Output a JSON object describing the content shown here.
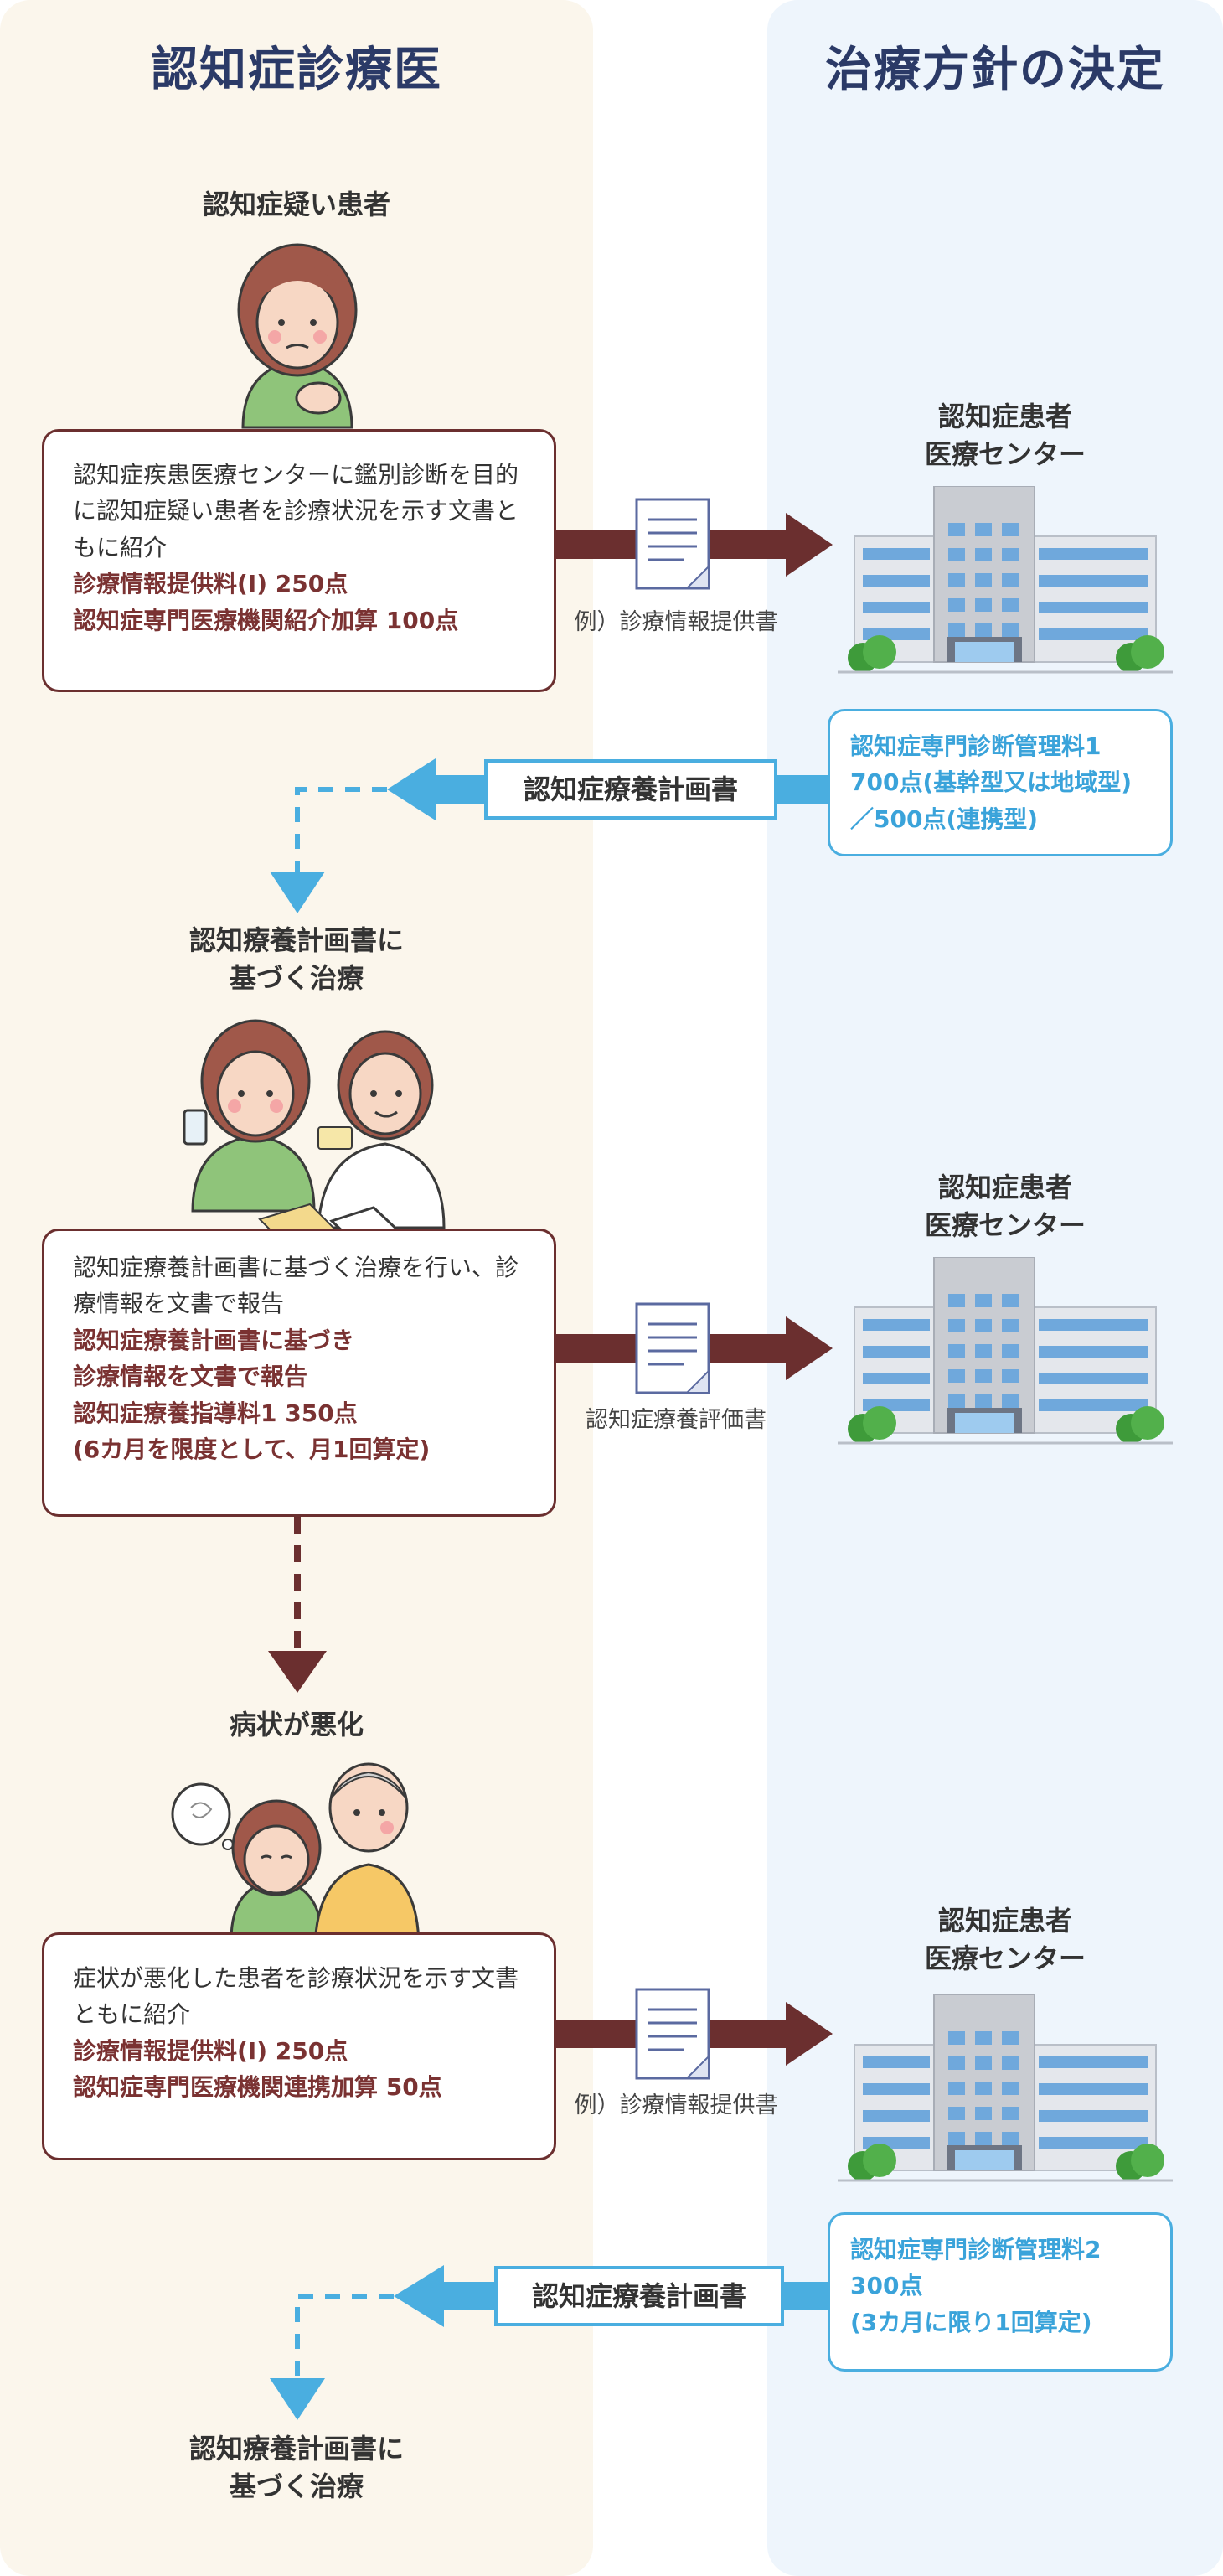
{
  "columns": {
    "left_title": "認知症診療医",
    "right_title": "治療方針の決定"
  },
  "stage1": {
    "label": "認知症疑い患者",
    "desc": "認知症疾患医療センターに鑑別診断を目的に認知症疑い患者を診療状況を示す文書ともに紹介",
    "points": [
      "診療情報提供料(Ⅰ) 250点",
      "認知症専門医療機関紹介加算 100点"
    ],
    "doc_label": "例）診療情報提供書",
    "center": [
      "認知症患者",
      "医療センター"
    ],
    "center_fee": [
      "認知症専門診断管理料1",
      "700点(基幹型又は地域型)",
      "／500点(連携型)"
    ],
    "return_label": "認知症療養計画書"
  },
  "stage2": {
    "label": [
      "認知療養計画書に",
      "基づく治療"
    ],
    "desc": "認知症療養計画書に基づく治療を行い、診療情報を文書で報告",
    "points": [
      "認知症療養計画書に基づき",
      "診療情報を文書で報告",
      "認知症療養指導料1 350点",
      "(6カ月を限度として、月1回算定)"
    ],
    "doc_label": "認知症療養評価書",
    "center": [
      "認知症患者",
      "医療センター"
    ]
  },
  "stage3": {
    "label": "病状が悪化",
    "desc": "症状が悪化した患者を診療状況を示す文書ともに紹介",
    "points": [
      "診療情報提供料(Ⅰ) 250点",
      "認知症専門医療機関連携加算 50点"
    ],
    "doc_label": "例）診療情報提供書",
    "center": [
      "認知症患者",
      "医療センター"
    ],
    "center_fee": [
      "認知症専門診断管理料2",
      "300点",
      "(3カ月に限り1回算定)"
    ],
    "return_label": "認知症療養計画書"
  },
  "stage4": {
    "label": [
      "認知療養計画書に",
      "基づく治療"
    ]
  },
  "colors": {
    "dark_red": "#6b2f2f",
    "blue": "#4aaee0",
    "left_bg": "#fbf6ec",
    "right_bg": "#eef5fc",
    "title_navy": "#2b3a67"
  },
  "icons": [
    "patient-illustration",
    "nurse-patient-illustration",
    "couple-illustration",
    "document-icon",
    "hospital-building"
  ]
}
